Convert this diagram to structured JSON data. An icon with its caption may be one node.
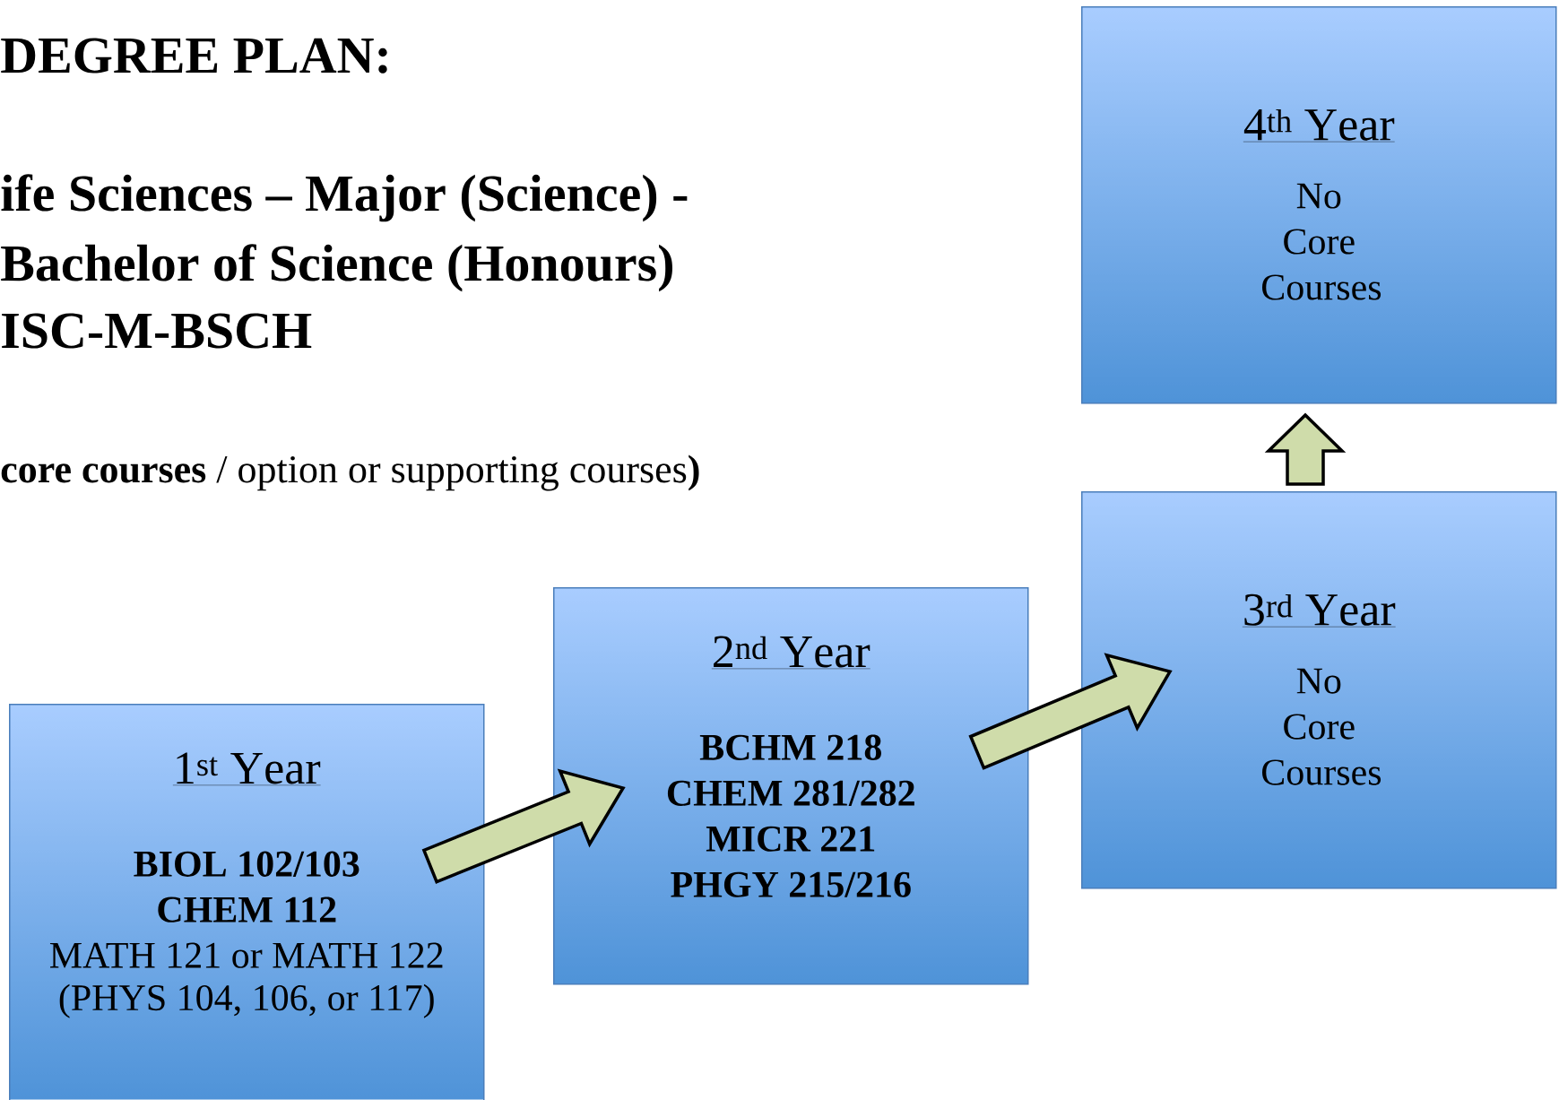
{
  "diagram": {
    "title": "DEGREE PLAN:",
    "nodes": [
      {
        "text": [
          "\\mathrm{1^{st}~Year}",
          "BIOL 102/103",
          "CHEM 112",
          "MATH 121 or MATH 122",
          "(PHYS 104, 106, or 117)"
        ]
      },
      {
        "text": [
          "\\mathrm{2^{nd}~Year}",
          "BCHM 218",
          "CHEM 281/282",
          "MICR 221",
          "PHGY 215/216"
        ]
      },
      {
        "text": [
          "\\mathrm{3^{rd}~Year}",
          "No Core Courses"
        ]
      },
      {
        "text": [
          "\\mathrm{4^{th}~Year}",
          "No Core Courses"
        ]
      }
    ],
    "edges": [
      {
        "from": 0,
        "to": 1,
        "arrow": "to"
      },
      {
        "from": 1,
        "to": 2,
        "arrow": "to"
      },
      {
        "from": 2,
        "to": 3,
        "arrow": "to"
      }
    ],
    "labels": [
      "ife Sciences – Major (Science) -",
      "Bachelor of Science (Honours)",
      "ISC-M-BSCH",
      "**core courses** / option or supporting courses**)**"
    ]
  }
}
